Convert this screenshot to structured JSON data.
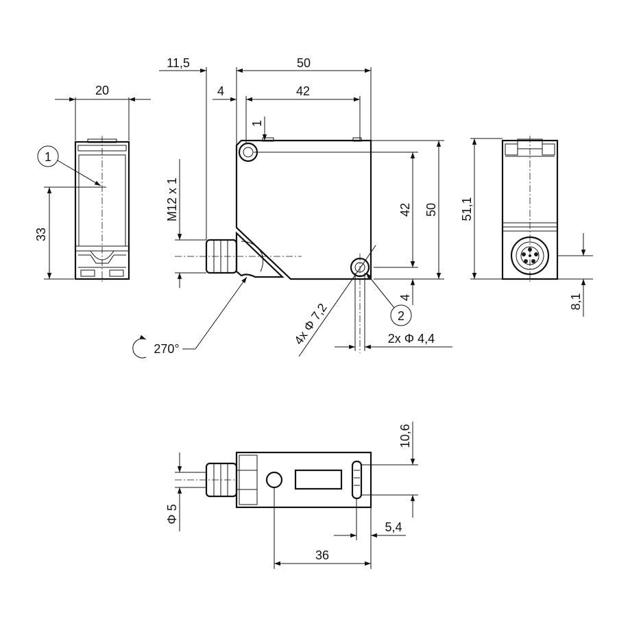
{
  "callouts": {
    "one": "1",
    "two": "2"
  },
  "dims": {
    "width_20": "20",
    "height_33": "33",
    "d_11_5": "11,5",
    "d_50_top": "50",
    "d_4_top": "4",
    "d_42_top": "42",
    "d_1": "1",
    "thread": "M12 x 1",
    "d_42_side": "42",
    "d_50_side": "50",
    "d_4_side": "4",
    "holes_7_2": "4x Φ 7,2",
    "holes_4_4": "2x Φ 4,4",
    "rotation": "270°",
    "d_51_1": "51,1",
    "d_8_1": "8,1",
    "d_10_6": "10,6",
    "d_5": "Φ 5",
    "d_5_4": "5,4",
    "d_36": "36"
  }
}
